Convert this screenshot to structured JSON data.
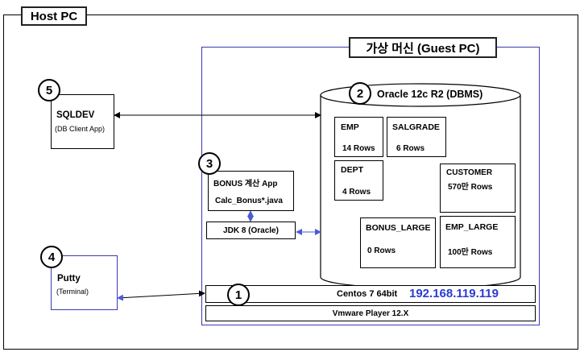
{
  "host": {
    "title": "Host PC"
  },
  "guest": {
    "title": "가상 머신 (Guest PC)"
  },
  "dbms": {
    "number": "2",
    "title": "Oracle 12c R2  (DBMS)"
  },
  "tables": {
    "emp": {
      "name": "EMP",
      "rows": "14 Rows"
    },
    "salgrade": {
      "name": "SALGRADE",
      "rows": "6  Rows"
    },
    "dept": {
      "name": "DEPT",
      "rows": "4 Rows"
    },
    "customer": {
      "name": "CUSTOMER",
      "rows": "570만 Rows"
    },
    "bonus_large": {
      "name": "BONUS_LARGE",
      "rows": "0 Rows"
    },
    "emp_large": {
      "name": "EMP_LARGE",
      "rows": "100만 Rows"
    }
  },
  "sqldev": {
    "number": "5",
    "title": "SQLDEV",
    "subtitle": "(DB Client App)"
  },
  "bonus_app": {
    "number": "3",
    "title": "BONUS 계산 App",
    "file": "Calc_Bonus*.java"
  },
  "jdk": {
    "label": "JDK 8 (Oracle)"
  },
  "putty": {
    "number": "4",
    "title": "Putty",
    "subtitle": "(Terminal)"
  },
  "centos": {
    "number": "1",
    "label": "Centos 7 64bit",
    "ip": "192.168.119.119"
  },
  "vmware": {
    "label": "Vmware Player 12.X"
  },
  "colors": {
    "guest_border": "#3a3ab0",
    "ip_text": "#2b3bd1",
    "arrow_blue": "#4a5bd6"
  }
}
